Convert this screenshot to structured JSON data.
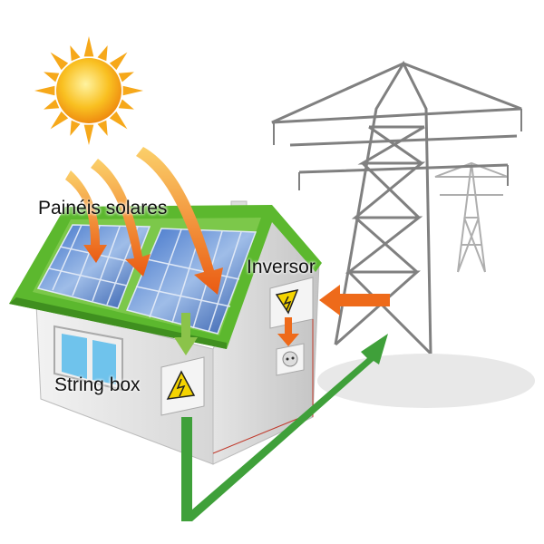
{
  "labels": {
    "solar_panels": "Painéis solares",
    "inverter": "Inversor",
    "string_box": "String box"
  },
  "colors": {
    "sun": "#f7b21c",
    "roof_green": "#5cb82e",
    "panel_blue": "#2f5fb8",
    "arrow_orange": "#ee6a1a",
    "arrow_green": "#3fa03a",
    "pylon_gray": "#8a8a8a",
    "warning_yellow": "#f5d400"
  }
}
